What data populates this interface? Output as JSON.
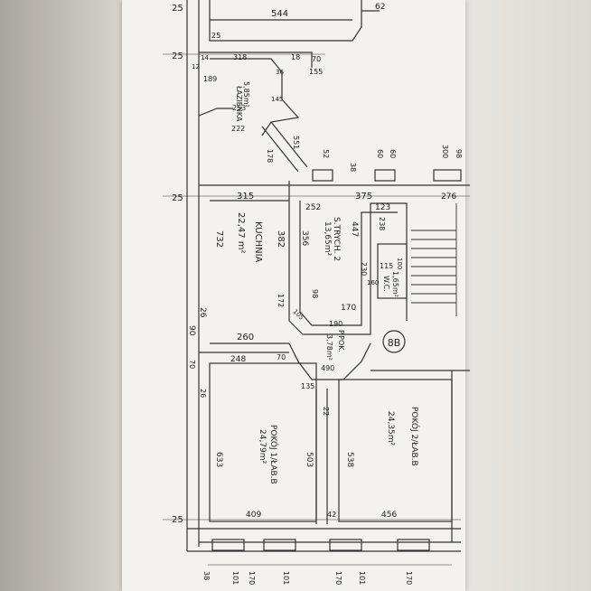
{
  "top": {
    "d25a": "25",
    "d544": "544",
    "d62": "62",
    "d25b": "25"
  },
  "bath": {
    "name": "ŁAZIENKA",
    "area": "5,85m²",
    "d318": "318",
    "d18": "18",
    "d70": "70",
    "d155": "155",
    "d189": "189",
    "d145": "145",
    "d253": "253",
    "d222": "222",
    "d12": "12",
    "d14": "14",
    "d36": "36"
  },
  "mid": {
    "d25": "25",
    "d315": "315",
    "d375": "375",
    "d276": "276",
    "d252": "252",
    "d123": "123",
    "d551": "551",
    "d300": "300",
    "d98": "98",
    "d52": "52",
    "d60a": "60",
    "d60b": "60",
    "d38": "38"
  },
  "kitchen": {
    "name": "KUCHNIA",
    "area": "22,47 m²",
    "d732": "732",
    "d382": "382",
    "d26": "26",
    "d90": "90",
    "d260": "260",
    "d178": "178",
    "d172": "172"
  },
  "storage": {
    "name": "S.TRYCH. 2",
    "area": "13,65m²",
    "d447": "447",
    "d356": "356",
    "d98": "98",
    "d170": "170",
    "d238": "238",
    "d115": "115",
    "d230": "230"
  },
  "wc": {
    "name": "W.C.",
    "area": "1,65m²",
    "d100": "100",
    "d160": "160"
  },
  "hall": {
    "name": "P.POK.",
    "area": "3,78m²",
    "d190": "190",
    "d105": "105",
    "d490": "490",
    "d135": "135",
    "d70": "70",
    "d248": "248"
  },
  "badge": {
    "label": "8B"
  },
  "room1": {
    "name": "POKÓJ 1/ŁAB.B",
    "area": "24,79m²",
    "d633": "633",
    "d503": "503",
    "d409": "409",
    "d26": "26",
    "d70": "70",
    "d22": "22"
  },
  "room2": {
    "name": "POKÓJ 2/ŁAB.B",
    "area": "24,35m²",
    "d538": "538",
    "d456": "456",
    "d42": "42"
  },
  "bottom": {
    "d25": "25",
    "d38": "38",
    "d101a": "101",
    "d170a": "170",
    "d101b": "101",
    "d170b": "170",
    "d101c": "101",
    "d170c": "170"
  }
}
